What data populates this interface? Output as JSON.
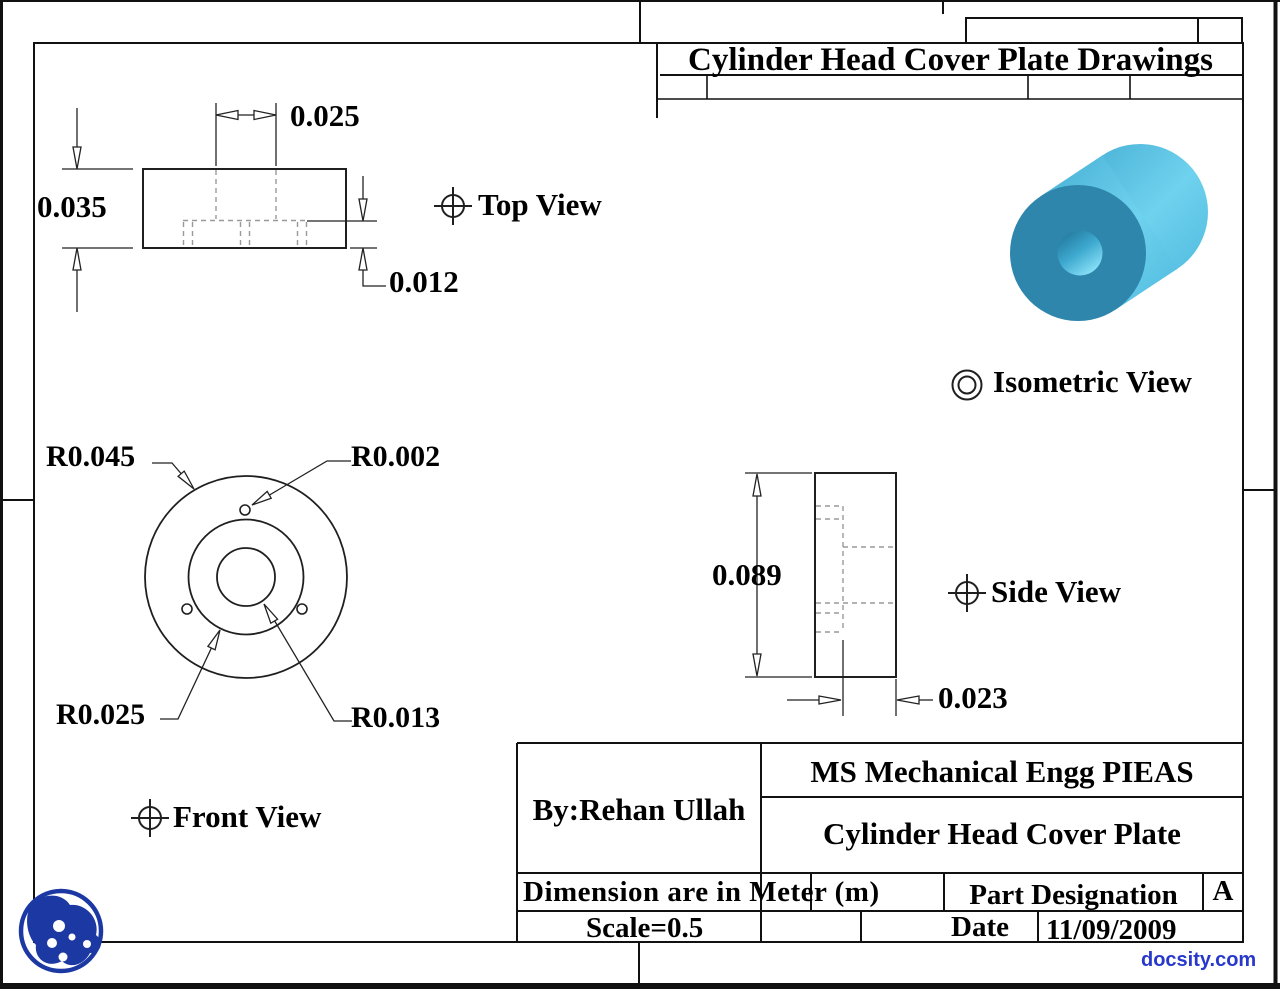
{
  "sheet": {
    "title": "Cylinder Head Cover Plate Drawings",
    "watermark": "docsity.com"
  },
  "views": {
    "top_label": "Top View",
    "front_label": "Front View",
    "side_label": "Side View",
    "isometric_label": "Isometric View"
  },
  "dimensions": {
    "top_hole_width": "0.025",
    "top_thickness": "0.035",
    "top_step_depth": "0.012",
    "side_height": "0.089",
    "side_thickness": "0.023",
    "outer_radius": "R0.045",
    "small_hole_radius": "R0.002",
    "bolt_circle_radius": "R0.025",
    "center_hole_radius": "R0.013"
  },
  "title_block": {
    "by": "By:Rehan Ullah",
    "organization": "MS Mechanical Engg PIEAS",
    "part_name": "Cylinder Head Cover Plate",
    "dimension_note": "Dimension are in Meter (m)",
    "scale": "Scale=0.5",
    "part_designation_label": "Part Designation",
    "revision": "A",
    "date_label": "Date",
    "date_value": "11/09/2009"
  },
  "colors": {
    "line": "#1f1f1f",
    "hidden_line": "#999999",
    "iso_face": "#2e86ad",
    "iso_side_light": "#79d9f3",
    "iso_side_dark": "#46aed4",
    "iso_hole_dark": "#1d6f94",
    "iso_hole_light": "#8ae2f8",
    "logo_blue": "#1c39a3",
    "watermark_blue": "#2838cc"
  }
}
